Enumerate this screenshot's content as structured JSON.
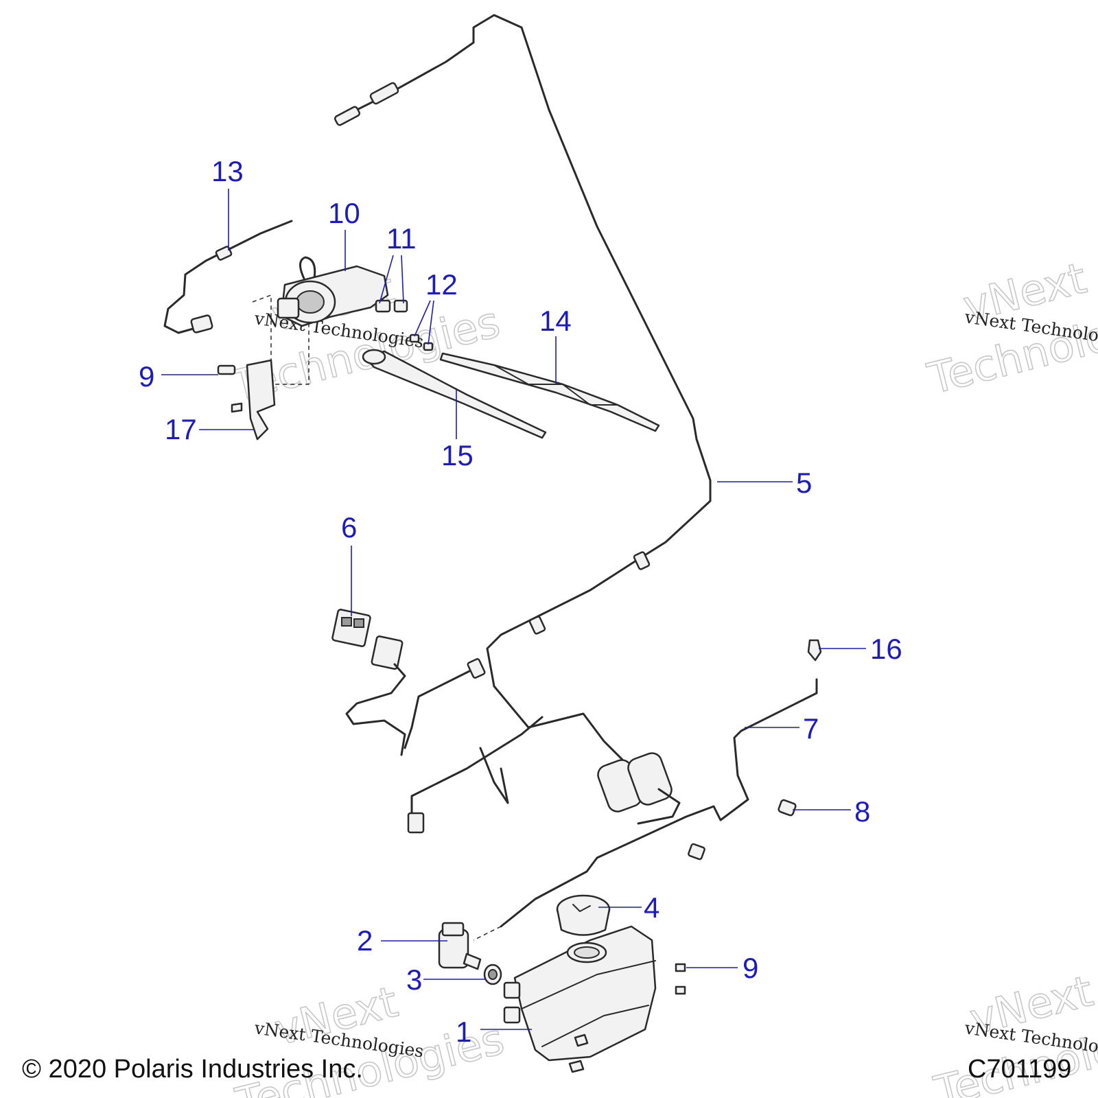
{
  "callouts": [
    "1",
    "2",
    "3",
    "4",
    "5",
    "6",
    "7",
    "8",
    "9",
    "10",
    "11",
    "12",
    "13",
    "14",
    "15",
    "16",
    "17"
  ],
  "callout_9_second": "9",
  "watermark": {
    "small": "vNext Technologies",
    "big_line1": "vNext",
    "big_line2": "Technologies"
  },
  "footer": {
    "copyright": "© 2020 Polaris Industries Inc.",
    "diagram_code": "C701199"
  }
}
